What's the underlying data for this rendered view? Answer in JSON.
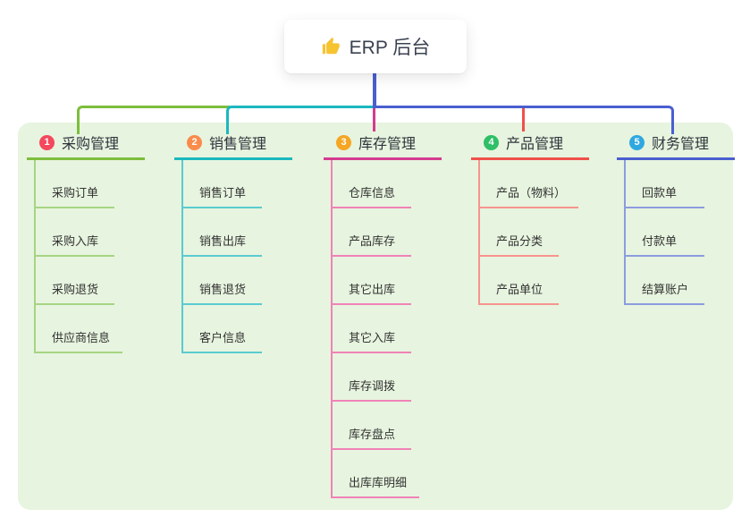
{
  "root": {
    "title": "ERP 后台",
    "icon": "thumbs-up-icon"
  },
  "branches": [
    {
      "num": "1",
      "title": "采购管理",
      "items": [
        "采购订单",
        "采购入库",
        "采购退货",
        "供应商信息"
      ]
    },
    {
      "num": "2",
      "title": "销售管理",
      "items": [
        "销售订单",
        "销售出库",
        "销售退货",
        "客户信息"
      ]
    },
    {
      "num": "3",
      "title": "库存管理",
      "items": [
        "仓库信息",
        "产品库存",
        "其它出库",
        "其它入库",
        "库存调拨",
        "库存盘点",
        "出库库明细"
      ]
    },
    {
      "num": "4",
      "title": "产品管理",
      "items": [
        "产品（物料）",
        "产品分类",
        "产品单位"
      ]
    },
    {
      "num": "5",
      "title": "财务管理",
      "items": [
        "回款单",
        "付款单",
        "结算账户"
      ]
    }
  ],
  "colors": {
    "panel_background": "#e7f4df",
    "connector_blue": "#4a5fd0",
    "branch1_main": "#7cbe3c",
    "branch1_light": "#a6d583",
    "branch1_badge": "#f4485d",
    "branch2_main": "#1bb8be",
    "branch2_light": "#5acbd0",
    "branch2_badge": "#fa8b4c",
    "branch3_main": "#d43b8f",
    "branch3_light": "#f083b7",
    "branch3_badge": "#f5a623",
    "branch4_main": "#f0504b",
    "branch4_light": "#f7948e",
    "branch4_badge": "#2ebf67",
    "branch5_main": "#4a5fd0",
    "branch5_light": "#8c9cdf",
    "branch5_badge": "#2fa8e0",
    "thumb_icon": "#f6c331"
  }
}
